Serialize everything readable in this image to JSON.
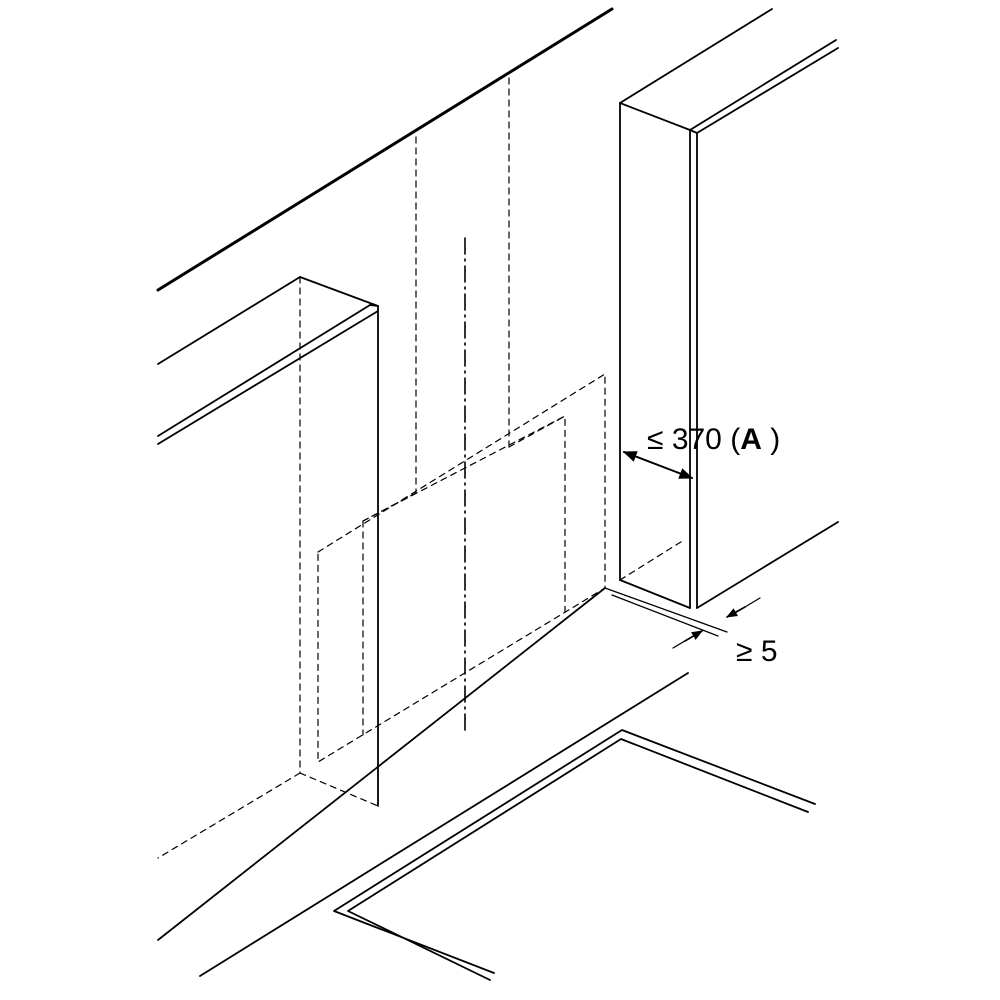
{
  "dimensions": {
    "max_depth": {
      "symbol": "≤",
      "value": "370",
      "ref_open": "(",
      "ref_letter": "A",
      "ref_close": ")"
    },
    "min_gap": {
      "symbol": "≥",
      "value": "5"
    }
  },
  "colors": {
    "line": "#000000",
    "background": "#ffffff"
  }
}
